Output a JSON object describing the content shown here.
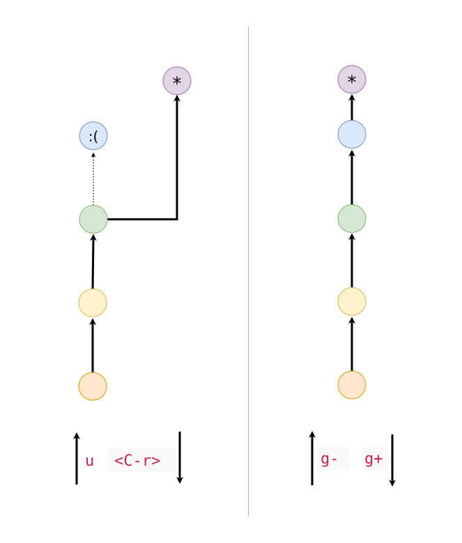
{
  "left_tree": {
    "nodes": [
      {
        "id": "n1",
        "label": "",
        "color": "orange"
      },
      {
        "id": "n2",
        "label": "",
        "color": "yellow"
      },
      {
        "id": "n3",
        "label": "",
        "color": "green"
      },
      {
        "id": "n4",
        "label": ":(",
        "color": "blue"
      },
      {
        "id": "n5",
        "label": "*",
        "color": "purple"
      }
    ],
    "keys": {
      "up": "u",
      "down": "<C-r>"
    }
  },
  "right_tree": {
    "nodes": [
      {
        "id": "m1",
        "label": "",
        "color": "orange"
      },
      {
        "id": "m2",
        "label": "",
        "color": "yellow"
      },
      {
        "id": "m3",
        "label": "",
        "color": "green"
      },
      {
        "id": "m4",
        "label": "",
        "color": "blue"
      },
      {
        "id": "m5",
        "label": "*",
        "color": "purple"
      }
    ],
    "keys": {
      "up": "g-",
      "down": "g+"
    }
  },
  "colors": {
    "orange_fill": "#ffe6cc",
    "orange_stroke": "#d79b00",
    "yellow_fill": "#fff2cc",
    "yellow_stroke": "#d6b656",
    "green_fill": "#d5e8d4",
    "green_stroke": "#82b366",
    "blue_fill": "#dae8fc",
    "blue_stroke": "#6c8ebf",
    "purple_fill": "#e1d5e7",
    "purple_stroke": "#9673a6",
    "key_text": "#c7254e",
    "key_bg": "#f9f9f9"
  }
}
